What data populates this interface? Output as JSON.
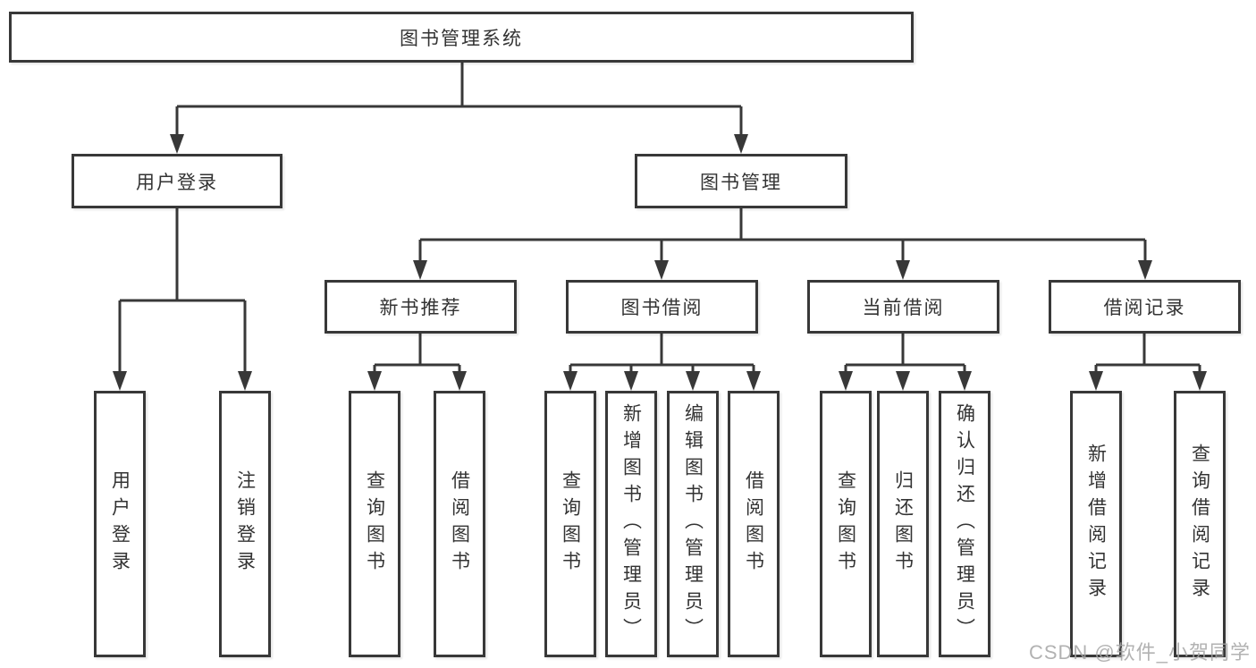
{
  "tree": {
    "label": "图书管理系统",
    "children": [
      {
        "label": "用户登录",
        "children": [
          {
            "label": "用户登录"
          },
          {
            "label": "注销登录"
          }
        ]
      },
      {
        "label": "图书管理",
        "children": [
          {
            "label": "新书推荐",
            "children": [
              {
                "label": "查询图书"
              },
              {
                "label": "借阅图书"
              }
            ]
          },
          {
            "label": "图书借阅",
            "children": [
              {
                "label": "查询图书"
              },
              {
                "label": "新增图书（管理员）"
              },
              {
                "label": "编辑图书（管理员）"
              },
              {
                "label": "借阅图书"
              }
            ]
          },
          {
            "label": "当前借阅",
            "children": [
              {
                "label": "查询图书"
              },
              {
                "label": "归还图书"
              },
              {
                "label": "确认归还（管理员）"
              }
            ]
          },
          {
            "label": "借阅记录",
            "children": [
              {
                "label": "新增借阅记录"
              },
              {
                "label": "查询借阅记录"
              }
            ]
          }
        ]
      }
    ]
  },
  "watermark": {
    "text": "CSDN @软件_小贺同学"
  },
  "colors": {
    "line": "#383838",
    "border": "#383838",
    "text": "#333333",
    "background": "#ffffff",
    "watermark": "#a5a5a5"
  }
}
